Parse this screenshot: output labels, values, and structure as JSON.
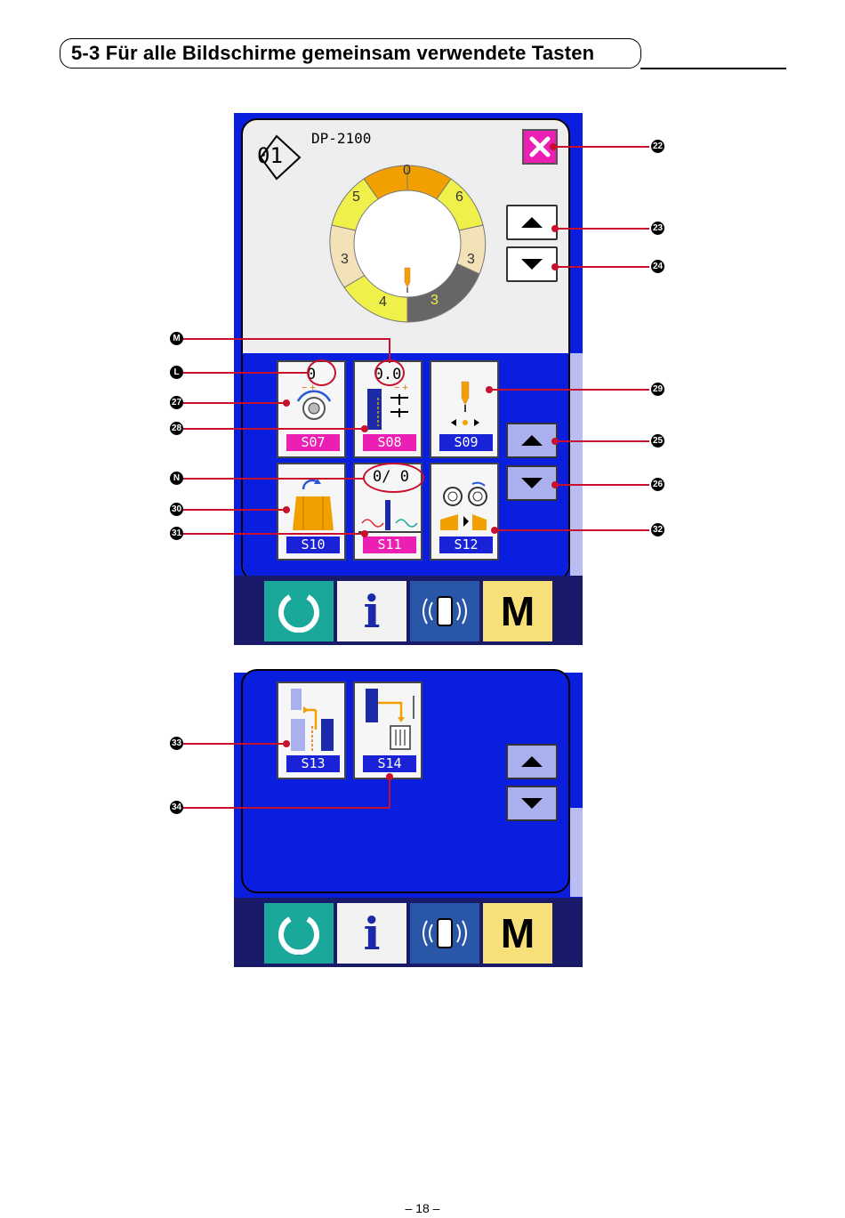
{
  "heading": "5-3 Für alle Bildschirme gemeinsam verwendete Tasten",
  "page_number": "– 18 –",
  "screen1": {
    "pattern_no": "01",
    "model": "DP-2100",
    "ring_segments": [
      "0",
      "6",
      "3",
      "3",
      "4",
      "3",
      "5"
    ],
    "keys": [
      {
        "value": "0",
        "label": "S07",
        "label_color": "#ec1fb4"
      },
      {
        "value": "0.0",
        "label": "S08",
        "label_color": "#ec1fb4"
      },
      {
        "value": "",
        "label": "S09",
        "label_color": "#1a22d8"
      },
      {
        "value": "",
        "label": "S10",
        "label_color": "#1a22d8"
      },
      {
        "value": "0/   0",
        "label": "S11",
        "label_color": "#ec1fb4"
      },
      {
        "value": "",
        "label": "S12",
        "label_color": "#1a22d8"
      }
    ]
  },
  "screen2": {
    "keys": [
      {
        "label": "S13"
      },
      {
        "label": "S14"
      }
    ]
  },
  "bottom_buttons": [
    {
      "icon": "ready-icon",
      "color": "#1aa89a"
    },
    {
      "icon": "info-icon",
      "label": "i",
      "color": "#f2f2f2"
    },
    {
      "icon": "communication-icon",
      "color": "#2a56a8"
    },
    {
      "icon": "mode-icon",
      "label": "M",
      "color": "#f7e07a"
    }
  ],
  "callouts": {
    "c22": "22",
    "c23": "23",
    "c24": "24",
    "c25": "25",
    "c26": "26",
    "c27": "27",
    "c28": "28",
    "c29": "29",
    "c30": "30",
    "c31": "31",
    "c32": "32",
    "c33": "33",
    "c34": "34",
    "cL": "L",
    "cM": "M",
    "cN": "N"
  }
}
